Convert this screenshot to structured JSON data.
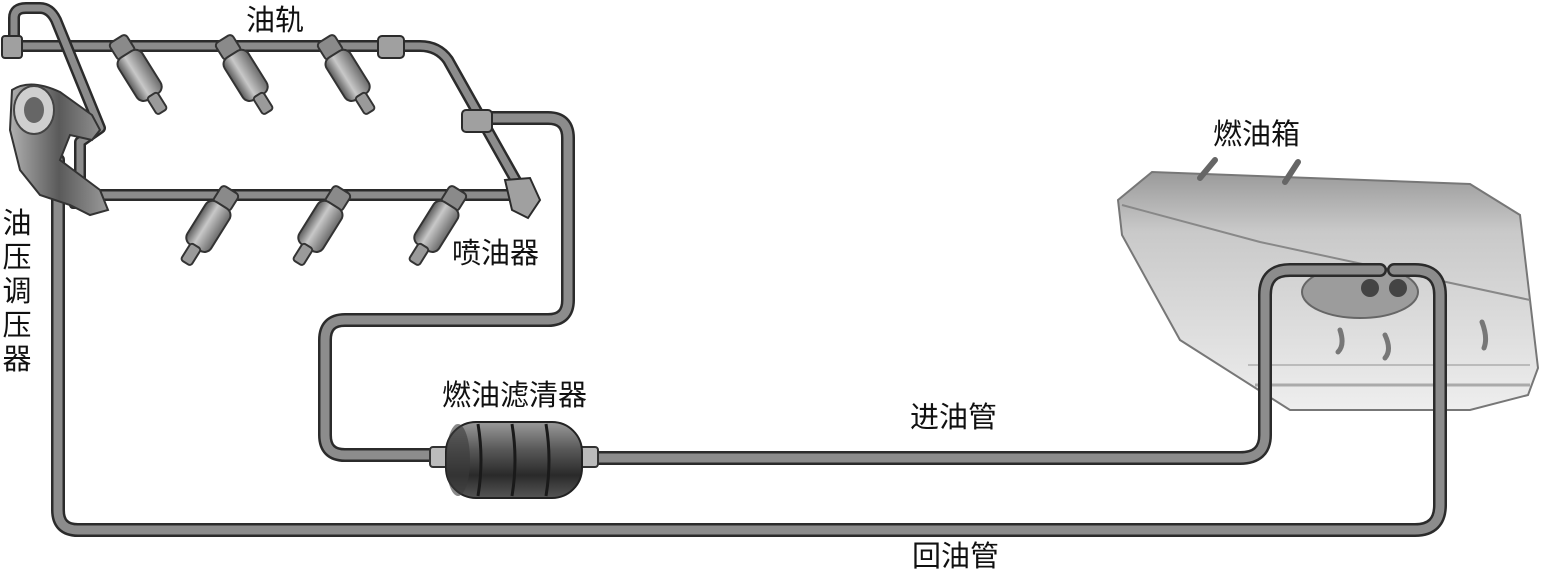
{
  "labels": {
    "fuel_rail": "油轨",
    "pressure_regulator": "油压调压器",
    "injector": "喷油器",
    "fuel_filter": "燃油滤清器",
    "fuel_tank": "燃油箱",
    "supply_line": "进油管",
    "return_line": "回油管"
  },
  "colors": {
    "pipe_fill": "#8c8c8c",
    "pipe_outline": "#2b2b2b",
    "injector_body": "#9a9a9a",
    "filter_body": "#4a4a4a",
    "tank_body": "#dcdcdc"
  }
}
